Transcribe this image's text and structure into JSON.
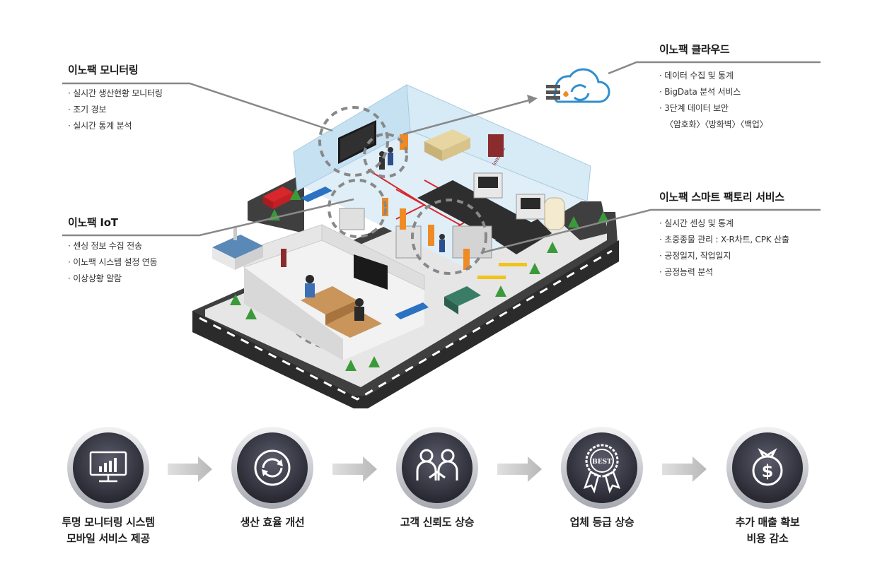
{
  "callouts": {
    "monitoring": {
      "title": "이노팩 모니터링",
      "items": [
        "· 실시간 생산현황 모니터링",
        "· 조기 경보",
        "· 실시간 통계 분석"
      ]
    },
    "iot": {
      "title": "이노팩 IoT",
      "items": [
        "· 센싱 정보 수집 전송",
        "· 이노팩 시스템 설정 연동",
        "· 이상상황 알람"
      ]
    },
    "cloud": {
      "title": "이노팩 클라우드",
      "items": [
        "· 데이터 수집 및 통계",
        "· BigData 분석 서비스",
        "· 3단계 데이터 보안",
        "〈암호화〉〈방화벽〉〈백업〉"
      ]
    },
    "smartfactory": {
      "title": "이노팩 스마트 팩토리 서비스",
      "items": [
        "· 실시간 센싱 및 통계",
        "· 초중종물 관리 : X-R차트, CPK 산출",
        "· 공정일지, 작업일지",
        "· 공정능력 분석"
      ]
    }
  },
  "factory": {
    "brand_text": "InnoFac"
  },
  "badge_text": "BEST",
  "steps": [
    {
      "icon": "monitor-chart-icon",
      "line1": "투명 모니터링 시스템",
      "line2": "모바일 서비스 제공"
    },
    {
      "icon": "cycle-arrows-icon",
      "line1": "생산 효율 개선",
      "line2": ""
    },
    {
      "icon": "handshake-icon",
      "line1": "고객 신뢰도 상승",
      "line2": ""
    },
    {
      "icon": "best-badge-icon",
      "line1": "업체 등급 상승",
      "line2": ""
    },
    {
      "icon": "money-bag-icon",
      "line1": "추가 매출 확보",
      "line2": "비용 감소"
    }
  ],
  "colors": {
    "road": "#4a4a4a",
    "platform": "#e8e8e8",
    "wall": "#cfe6f3",
    "accent_red": "#d9262c",
    "cloud_blue": "#2f8fd0",
    "icon_dark": "#3b3d4a",
    "leader_line": "#888888"
  }
}
